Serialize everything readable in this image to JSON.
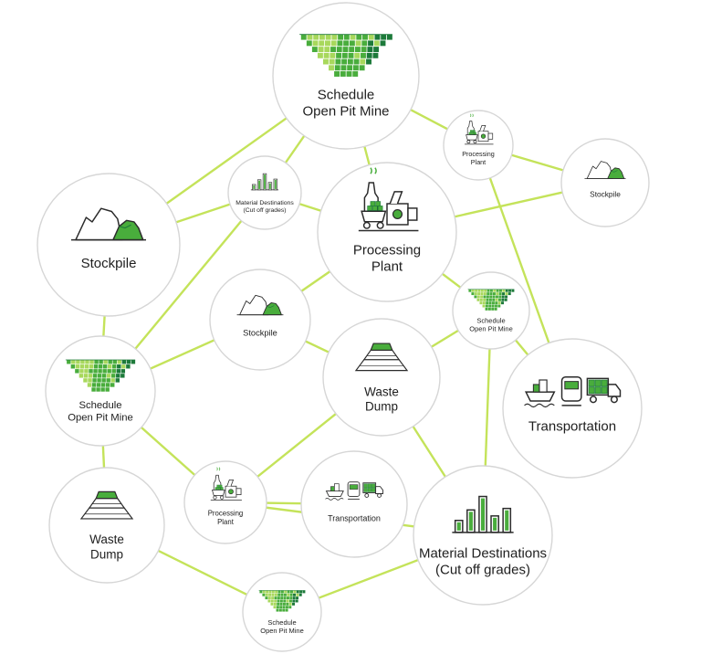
{
  "colors": {
    "link": "#c4e35a",
    "node_fill": "#ffffff",
    "node_stroke": "#d6d6d6",
    "dark_green": "#1d7a3a",
    "mid_green": "#49ad3c",
    "light_green": "#a8d85c",
    "icon_line": "#2b2b2b",
    "label": "#1e1e1e"
  },
  "nodes": [
    {
      "id": "schedule-top",
      "icon": "pit-icon",
      "label": [
        "Schedule",
        "Open Pit Mine"
      ]
    },
    {
      "id": "processing-small-top",
      "icon": "factory-icon",
      "label": [
        "Processing",
        "Plant"
      ]
    },
    {
      "id": "stockpile-right",
      "icon": "stockpile-icon",
      "label": [
        "Stockpile"
      ]
    },
    {
      "id": "material-small",
      "icon": "bar-chart-icon",
      "label": [
        "Material Destinations",
        "(Cut off grades)"
      ]
    },
    {
      "id": "processing-center",
      "icon": "factory-icon",
      "label": [
        "Processing",
        "Plant"
      ]
    },
    {
      "id": "stockpile-large",
      "icon": "stockpile-icon",
      "label": [
        "Stockpile"
      ]
    },
    {
      "id": "stockpile-mid",
      "icon": "stockpile-icon",
      "label": [
        "Stockpile"
      ]
    },
    {
      "id": "schedule-mid-right",
      "icon": "pit-icon",
      "label": [
        "Schedule",
        "Open Pit Mine"
      ]
    },
    {
      "id": "waste-center",
      "icon": "waste-dump-icon",
      "label": [
        "Waste",
        "Dump"
      ]
    },
    {
      "id": "schedule-left",
      "icon": "pit-icon",
      "label": [
        "Schedule",
        "Open Pit Mine"
      ]
    },
    {
      "id": "transport-large",
      "icon": "transport-icon",
      "label": [
        "Transportation"
      ]
    },
    {
      "id": "waste-left",
      "icon": "waste-dump-icon",
      "label": [
        "Waste",
        "Dump"
      ]
    },
    {
      "id": "processing-bottom",
      "icon": "factory-icon",
      "label": [
        "Processing",
        "Plant"
      ]
    },
    {
      "id": "transport-small",
      "icon": "transport-icon",
      "label": [
        "Transportation"
      ]
    },
    {
      "id": "material-large",
      "icon": "bar-chart-icon",
      "label": [
        "Material Destinations",
        "(Cut off grades)"
      ]
    },
    {
      "id": "schedule-bottom",
      "icon": "pit-icon",
      "label": [
        "Schedule",
        "Open Pit Mine"
      ]
    }
  ],
  "links": [
    [
      "schedule-top",
      "processing-small-top"
    ],
    [
      "schedule-top",
      "processing-center"
    ],
    [
      "schedule-top",
      "stockpile-large"
    ],
    [
      "schedule-top",
      "material-small"
    ],
    [
      "processing-small-top",
      "stockpile-right"
    ],
    [
      "processing-small-top",
      "transport-large"
    ],
    [
      "stockpile-right",
      "processing-center"
    ],
    [
      "material-small",
      "processing-center"
    ],
    [
      "material-small",
      "stockpile-large"
    ],
    [
      "material-small",
      "schedule-left"
    ],
    [
      "processing-center",
      "stockpile-mid"
    ],
    [
      "processing-center",
      "schedule-mid-right"
    ],
    [
      "stockpile-large",
      "schedule-left"
    ],
    [
      "stockpile-mid",
      "schedule-left"
    ],
    [
      "stockpile-mid",
      "waste-center"
    ],
    [
      "schedule-mid-right",
      "waste-center"
    ],
    [
      "schedule-mid-right",
      "transport-large"
    ],
    [
      "schedule-mid-right",
      "material-large"
    ],
    [
      "waste-center",
      "processing-bottom"
    ],
    [
      "waste-center",
      "material-large"
    ],
    [
      "schedule-left",
      "waste-left"
    ],
    [
      "schedule-left",
      "processing-bottom"
    ],
    [
      "processing-bottom",
      "transport-small"
    ],
    [
      "processing-bottom",
      "material-large"
    ],
    [
      "waste-left",
      "schedule-bottom"
    ],
    [
      "material-large",
      "schedule-bottom"
    ]
  ]
}
